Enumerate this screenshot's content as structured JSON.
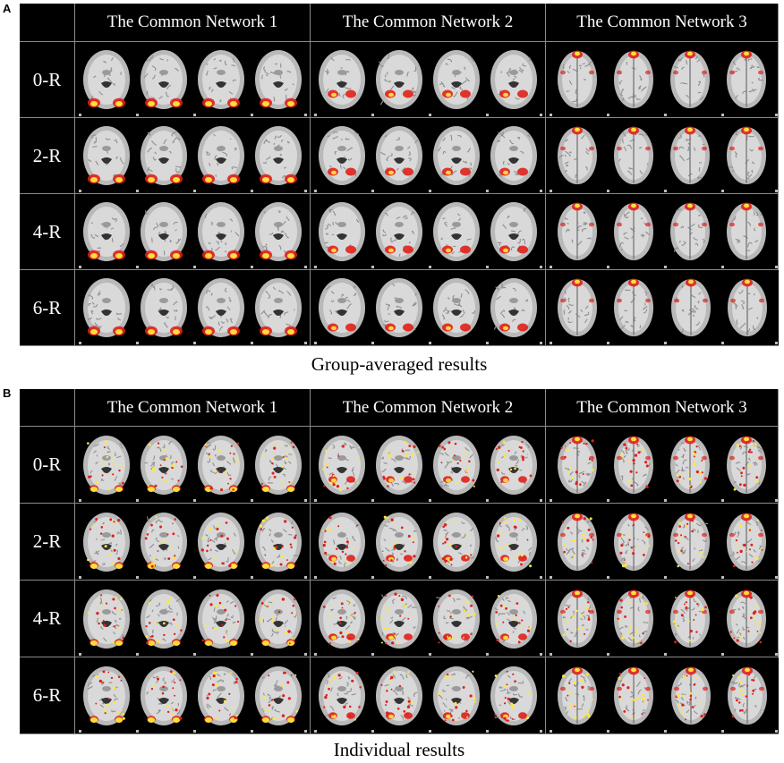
{
  "panels": [
    {
      "letter": "A",
      "columns": [
        "The Common Network 1",
        "The Common Network 2",
        "The Common Network 3"
      ],
      "rows": [
        "0-R",
        "2-R",
        "4-R",
        "6-R"
      ],
      "caption": "Group-averaged results"
    },
    {
      "letter": "B",
      "columns": [
        "The Common Network 1",
        "The Common Network 2",
        "The Common Network 3"
      ],
      "rows": [
        "0-R",
        "2-R",
        "4-R",
        "6-R"
      ],
      "caption": "Individual results"
    }
  ],
  "colors": {
    "background": "#000000",
    "brain_gray": "#b9b9b9",
    "activation_red": "#e0201a",
    "activation_yellow": "#ffe83a"
  }
}
